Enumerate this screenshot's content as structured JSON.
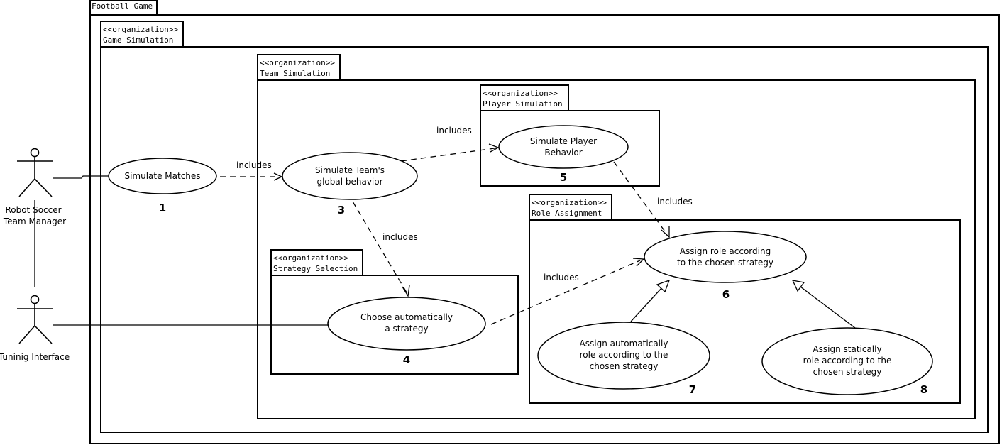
{
  "packages": {
    "football": {
      "label": "Football Game"
    },
    "game": {
      "stereotype": "<<organization>>",
      "label": "Game Simulation"
    },
    "team": {
      "stereotype": "<<organization>>",
      "label": "Team Simulation"
    },
    "player": {
      "stereotype": "<<organization>>",
      "label": "Player Simulation"
    },
    "strategy": {
      "stereotype": "<<organization>>",
      "label": "Strategy Selection"
    },
    "role": {
      "stereotype": "<<organization>>",
      "label": "Role Assignment"
    }
  },
  "actors": {
    "manager": {
      "line1": "Robot Soccer",
      "line2": "Team Manager"
    },
    "tuning": {
      "line1": "Tuninig Interface"
    }
  },
  "usecases": {
    "uc1": {
      "line1": "Simulate Matches",
      "number": "1"
    },
    "uc3": {
      "line1": "Simulate Team's",
      "line2": "global behavior",
      "number": "3"
    },
    "uc5": {
      "line1": "Simulate Player",
      "line2": "Behavior",
      "number": "5"
    },
    "uc4": {
      "line1": "Choose automatically",
      "line2": "a strategy",
      "number": "4"
    },
    "uc6": {
      "line1": "Assign role according",
      "line2": "to the chosen strategy",
      "number": "6"
    },
    "uc7": {
      "line1": "Assign automatically",
      "line2": "role according to the",
      "line3": "chosen strategy",
      "number": "7"
    },
    "uc8": {
      "line1": "Assign statically",
      "line2": "role according to the",
      "line3": "chosen strategy",
      "number": "8"
    }
  },
  "relations": {
    "inc_1_3": "includes",
    "inc_3_5": "includes",
    "inc_3_4": "includes",
    "inc_5_6": "includes",
    "inc_4_6": "includes"
  }
}
